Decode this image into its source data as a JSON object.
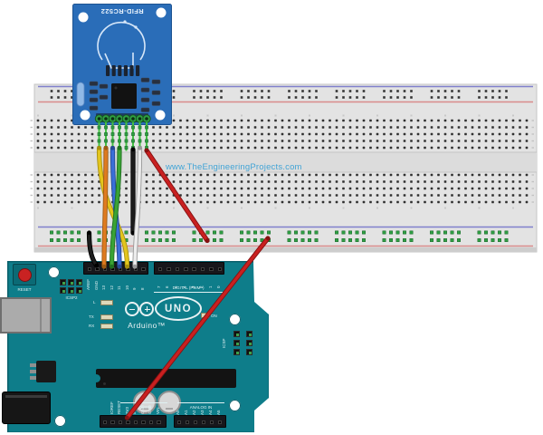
{
  "watermark": "www.TheEngineeringProjects.com",
  "colors": {
    "rfid_board": "#2a6db8",
    "arduino_board": "#0e7d8a",
    "breadboard_body": "#e3e3e3",
    "rail_negative_line": "#8080cc",
    "rail_positive_line": "#d98b8b",
    "connected_hole_green": "#2f9e44",
    "watermark_blue": "#42a4d6"
  },
  "rfid": {
    "title": "RFID-RC522",
    "pin_count": 8
  },
  "arduino": {
    "reset_label": "RESET",
    "icsp2_label": "ICSP2",
    "icsp_label": "ICSP",
    "led_l": "L",
    "led_tx": "TX",
    "led_rx": "RX",
    "led_on": "ON",
    "logo_uno": "UNO",
    "logo_brand": "Arduino™",
    "digital_caption": "DIGITAL (PWM~)",
    "digital_left_labels": [
      "AREF",
      "GND",
      "13",
      "12",
      "11",
      "10",
      "9",
      "8"
    ],
    "digital_right_labels": [
      "7",
      "6",
      "5",
      "4",
      "3",
      "2",
      "1",
      "0"
    ],
    "power_caption": "POWER",
    "power_labels": [
      "IOREF",
      "RESET",
      "3V3",
      "5V",
      "GND",
      "GND",
      "VIN"
    ],
    "analog_caption": "ANALOG IN",
    "analog_labels": [
      "A0",
      "A1",
      "A2",
      "A3",
      "A4",
      "A5"
    ]
  },
  "wires": [
    {
      "id": "sda",
      "color": "#e3c51d",
      "outline": "#a8900e",
      "from": "rfid-pin-1",
      "to": "arduino-digital-10"
    },
    {
      "id": "sck",
      "color": "#df7b20",
      "outline": "#9e5a12",
      "from": "rfid-pin-2",
      "to": "arduino-digital-13"
    },
    {
      "id": "mosi",
      "color": "#3a6fd8",
      "outline": "#264a94",
      "from": "rfid-pin-3",
      "to": "arduino-digital-11"
    },
    {
      "id": "miso",
      "color": "#3aa335",
      "outline": "#1f7020",
      "from": "rfid-pin-4",
      "to": "arduino-digital-12"
    },
    {
      "id": "gnd-a",
      "color": "#1d1d1d",
      "outline": "#000000",
      "from": "rfid-pin-6",
      "to": "breadboard-ground-rail"
    },
    {
      "id": "rst",
      "color": "#ededed",
      "outline": "#999999",
      "from": "rfid-pin-7",
      "to": "arduino-digital-9"
    },
    {
      "id": "v33-a",
      "color": "#c92020",
      "outline": "#851111",
      "from": "rfid-pin-8",
      "to": "breadboard-positive-rail"
    },
    {
      "id": "gnd-b",
      "color": "#1d1d1d",
      "outline": "#000000",
      "from": "breadboard-ground-rail",
      "to": "arduino-gnd"
    },
    {
      "id": "v33-b",
      "color": "#c92020",
      "outline": "#851111",
      "from": "breadboard-positive-rail",
      "to": "arduino-3v3"
    }
  ]
}
